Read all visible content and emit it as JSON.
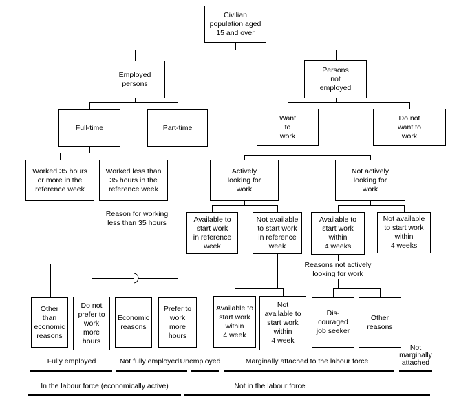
{
  "nodes": {
    "civilian": "Civilian\npopulation aged\n15 and over",
    "employed": "Employed\npersons",
    "persons_not_employed": "Persons\nnot\nemployed",
    "full_time": "Full-time",
    "part_time": "Part-time",
    "worked_35_or_more": "Worked 35 hours\nor more in the\nreference week",
    "worked_less_35": "Worked less than\n35 hours in the\nreference week",
    "want_to_work": "Want\nto\nwork",
    "do_not_want_to_work": "Do not\nwant to\nwork",
    "actively_looking": "Actively\nlooking for\nwork",
    "not_actively_looking": "Not actively\nlooking for\nwork",
    "available_ref_week": "Available to\nstart work\nin reference\nweek",
    "not_available_ref_week": "Not available\nto start work\nin reference\nweek",
    "available_4_weeks": "Available to\nstart work\nwithin\n4 weeks",
    "not_available_4_weeks": "Not available\nto start work\nwithin\n4 weeks",
    "other_than_economic": "Other\nthan\neconomic\nreasons",
    "do_not_prefer": "Do not\nprefer to\nwork\nmore\nhours",
    "economic_reasons": "Economic\nreasons",
    "prefer_more_hours": "Prefer to\nwork\nmore\nhours",
    "available_4_week": "Available to\nstart work\nwithin\n4 week",
    "not_available_4_week": "Not\navailable to\nstart work\nwithin\n4 week",
    "discouraged": "Dis-\ncouraged\njob seeker",
    "other_reasons": "Other\nreasons"
  },
  "annotations": {
    "reason_working": "Reason for working\nless than 35 hours",
    "reasons_not_actively": "Reasons not actively\nlooking for work",
    "not_marginally": "Not\nmarginally\nattached"
  },
  "bracket_groups": {
    "row1": [
      {
        "id": "fully-employed",
        "label": "Fully employed"
      },
      {
        "id": "not-fully-employed",
        "label": "Not fully employed"
      },
      {
        "id": "unemployed",
        "label": "Unemployed"
      },
      {
        "id": "marginally-attached",
        "label": "Marginally attached to the labour force"
      },
      {
        "id": "not-marginally-attached",
        "label": ""
      }
    ],
    "row2": [
      {
        "id": "in-labour-force",
        "label": "In the labour force (economically active)"
      },
      {
        "id": "not-in-labour-force",
        "label": "Not in the labour force"
      }
    ]
  },
  "colors": {
    "line": "#000000",
    "background": "#ffffff",
    "text": "#000000"
  }
}
